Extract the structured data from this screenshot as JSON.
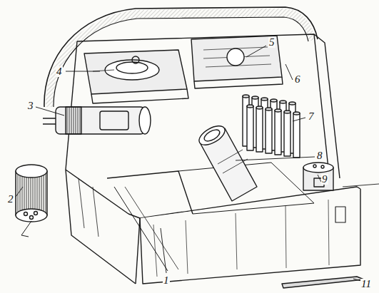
{
  "diagram": {
    "labels": [
      "1",
      "2",
      "3",
      "4",
      "5",
      "6",
      "7",
      "8",
      "9",
      "11"
    ]
  }
}
